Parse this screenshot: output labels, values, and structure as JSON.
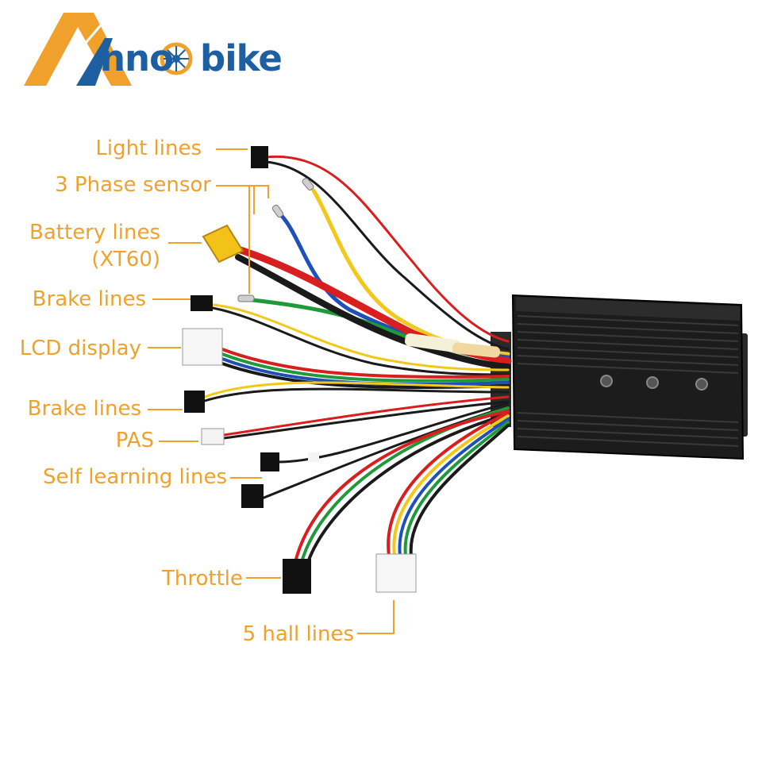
{
  "brand": {
    "name_left": "nno",
    "name_right": "bike",
    "logo_colors": {
      "orange": "#EFA12C",
      "blue": "#1D5FA0"
    }
  },
  "colors": {
    "label": "#EFA12C",
    "leader": "#EFA12C",
    "controller_body": "#1c1c1c",
    "wire_red": "#d81e1e",
    "wire_black": "#1a1a1a",
    "wire_yellow": "#f2c81a",
    "wire_green": "#1f9a3a",
    "wire_blue": "#1f4fb8"
  },
  "labels": [
    {
      "id": "light-lines",
      "text": "Light lines"
    },
    {
      "id": "phase-sensor",
      "text": "3 Phase sensor"
    },
    {
      "id": "battery-lines",
      "text": "Battery lines"
    },
    {
      "id": "battery-xt60",
      "text": "(XT60)"
    },
    {
      "id": "brake-lines-top",
      "text": "Brake lines"
    },
    {
      "id": "lcd-display",
      "text": "LCD display"
    },
    {
      "id": "brake-lines-bottom",
      "text": "Brake lines"
    },
    {
      "id": "pas",
      "text": "PAS"
    },
    {
      "id": "self-learning-lines",
      "text": "Self learning lines"
    },
    {
      "id": "throttle",
      "text": "Throttle"
    },
    {
      "id": "hall-lines",
      "text": "5 hall lines"
    }
  ]
}
